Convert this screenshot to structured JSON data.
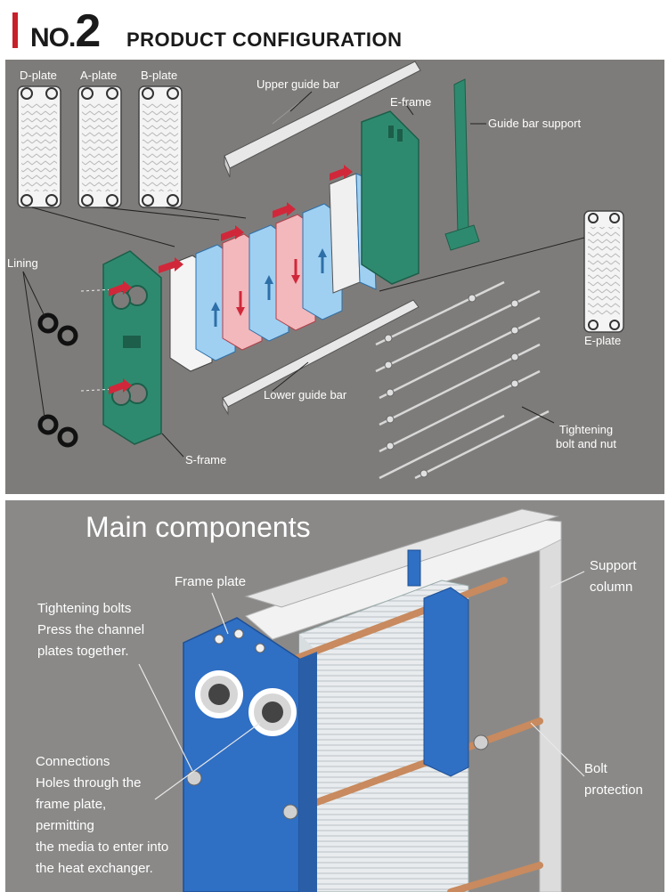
{
  "header": {
    "no_prefix": "NO.",
    "no_number": "2",
    "title": "PRODUCT CONFIGURATION"
  },
  "configuration": {
    "d_plate": "D-plate",
    "a_plate": "A-plate",
    "b_plate": "B-plate",
    "upper_guide_bar": "Upper guide bar",
    "e_frame": "E-frame",
    "guide_bar_support": "Guide bar support",
    "lining": "Lining",
    "e_plate": "E-plate",
    "lower_guide_bar": "Lower guide bar",
    "tightening_bolt_line1": "Tightening",
    "tightening_bolt_line2": "bolt and nut",
    "s_frame": "S-frame"
  },
  "components": {
    "title": "Main components",
    "frame_plate": "Frame plate",
    "support_column_line1": "Support",
    "support_column_line2": "column",
    "tightening_line1": "Tightening  bolts",
    "tightening_line2": "Press the channel",
    "tightening_line3": "plates together.",
    "connections_line1": "Connections",
    "connections_line2": "Holes through the",
    "connections_line3": "frame plate,",
    "connections_line4": "permitting",
    "connections_line5": "the media to enter into",
    "connections_line6": "the heat exchanger.",
    "bolt_protection_line1": "Bolt",
    "bolt_protection_line2": "protection"
  },
  "colors": {
    "accent": "#c8202a",
    "frame_green": "#2e8a6e",
    "frame_blue": "#2f6fc4",
    "hot": "#e84a4a",
    "cold": "#3b8fd6"
  }
}
